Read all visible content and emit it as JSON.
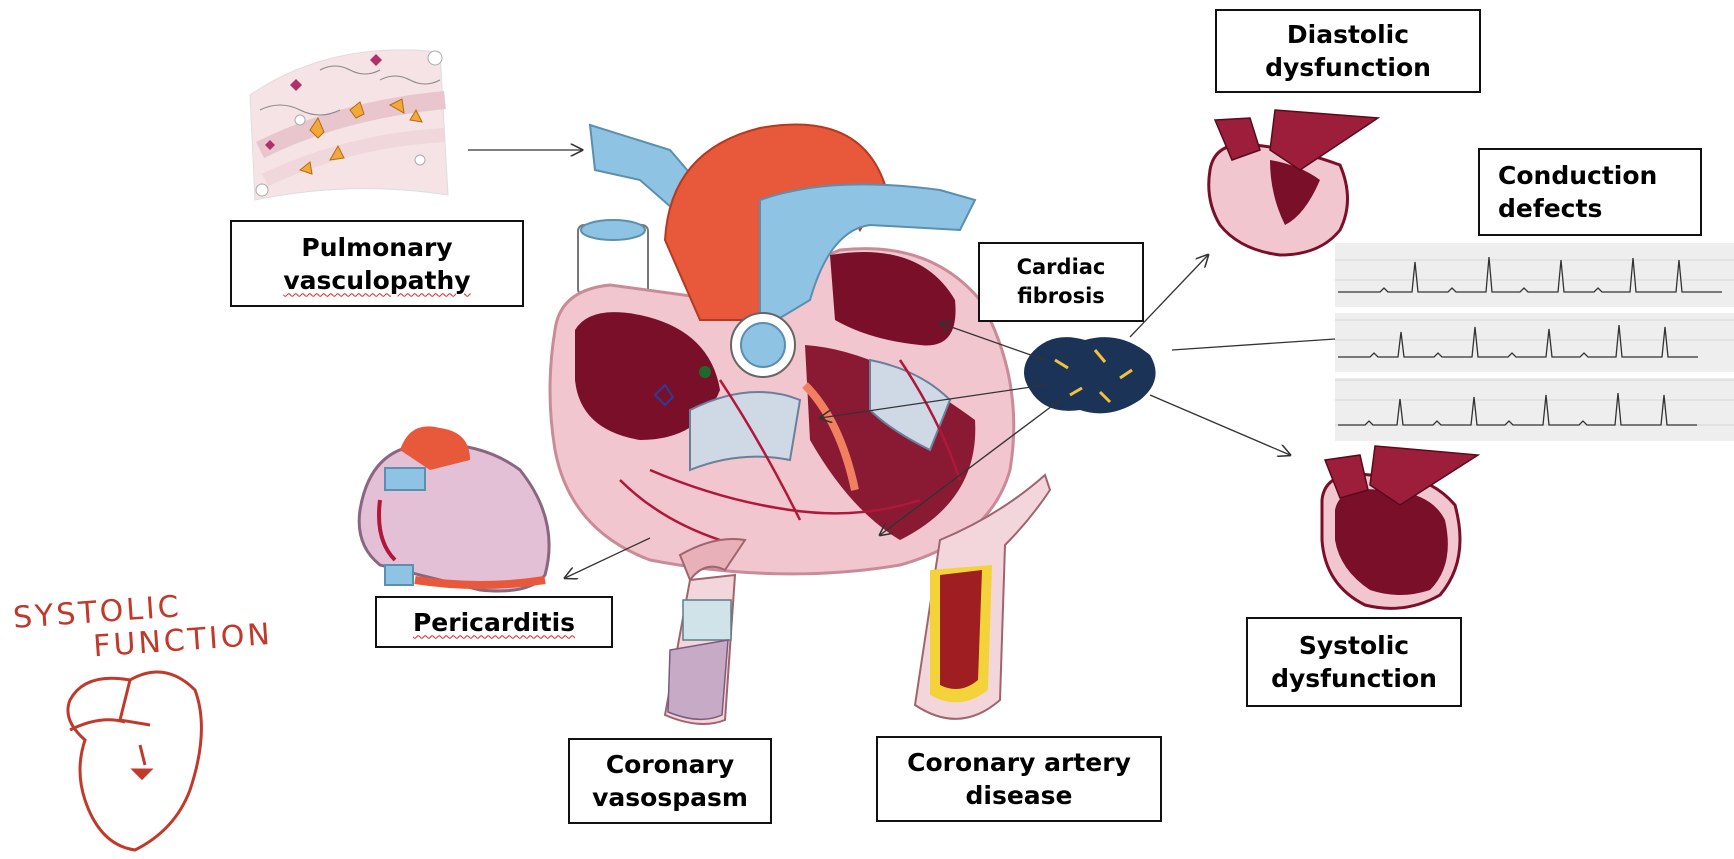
{
  "labels": {
    "pulmonary": [
      "Pulmonary",
      "vasculopathy"
    ],
    "diastolic": [
      "Diastolic",
      "dysfunction"
    ],
    "conduction": [
      "Conduction",
      "defects"
    ],
    "cardiac_fibrosis": [
      "Cardiac",
      "fibrosis"
    ],
    "pericarditis": "Pericarditis",
    "systolic_dysfunction": [
      "Systolic",
      "dysfunction"
    ],
    "coronary_vasospasm": [
      "Coronary",
      "vasospasm"
    ],
    "coronary_artery_disease": [
      "Coronary artery",
      "disease"
    ]
  },
  "handwriting": {
    "line1": "SYSTOLIC",
    "line2": "FUNCTION"
  },
  "colors": {
    "myocardium": "#7a0f2a",
    "tissue_pink": "#f2c6cf",
    "aorta": "#e8583a",
    "vessel_blue": "#8fc3e3",
    "fibrosis": "#1b3357",
    "annotation": "#c0392b"
  }
}
